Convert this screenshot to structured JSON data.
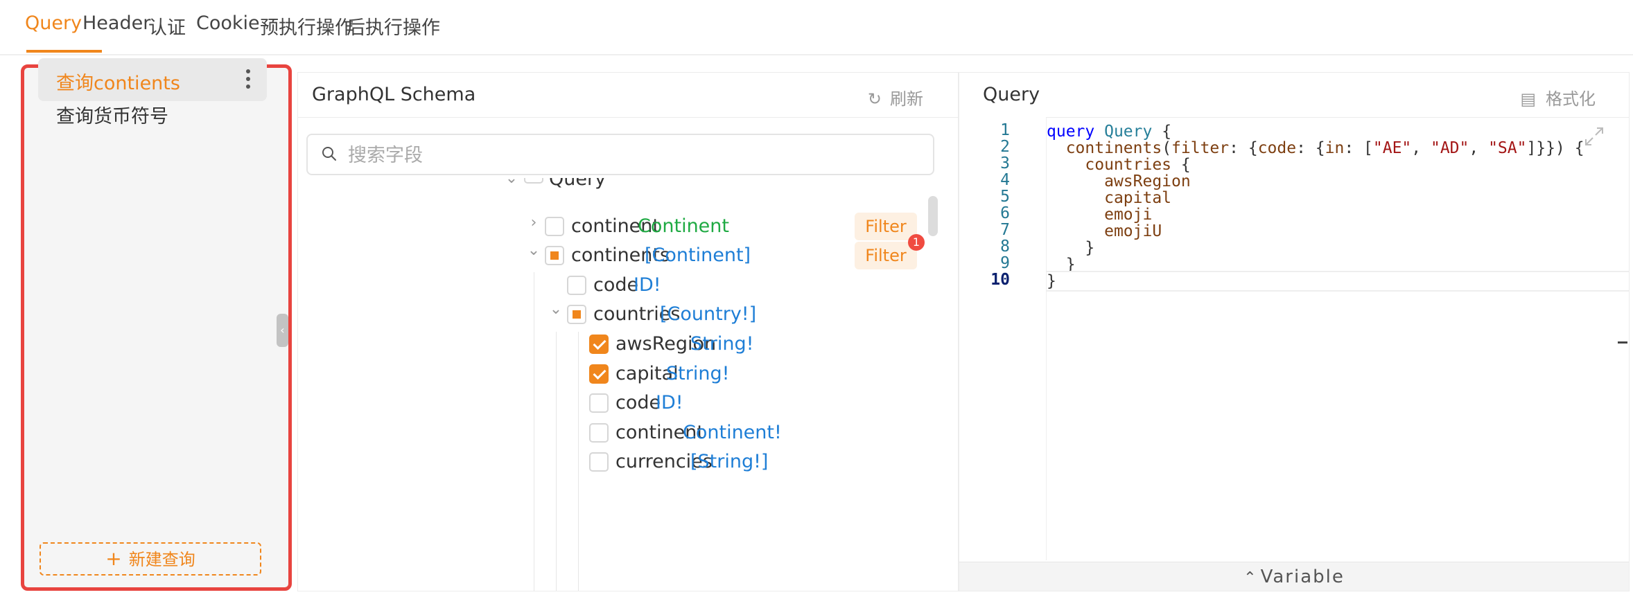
{
  "tabs": [
    {
      "label": "Query",
      "active": true
    },
    {
      "label": "Header"
    },
    {
      "label": "认证"
    },
    {
      "label": "Cookie"
    },
    {
      "label": "预执行操作"
    },
    {
      "label": "后执行操作"
    }
  ],
  "query_list": {
    "items": [
      {
        "label": "查询contients",
        "active": true
      },
      {
        "label": "查询货币符号"
      }
    ],
    "new_button": "新建查询",
    "accent_color": "#f0861c",
    "highlight_border_color": "#e8443f"
  },
  "schema": {
    "title": "GraphQL Schema",
    "refresh_label": "刷新",
    "search_placeholder": "搜索字段",
    "root_label": "Query",
    "fields": [
      {
        "name": "continent",
        "type": "Continent",
        "checked": false,
        "expanded": false,
        "filter": "Filter"
      },
      {
        "name": "continents",
        "type": "[Continent]",
        "checked": "partial",
        "expanded": true,
        "filter": "Filter",
        "filter_badge": "1"
      },
      {
        "name": "code",
        "type": "ID!",
        "checked": false
      },
      {
        "name": "countries",
        "type": "[Country!]",
        "checked": "partial",
        "expanded": true
      },
      {
        "name": "awsRegion",
        "type": "String!",
        "checked": true
      },
      {
        "name": "capital",
        "type": "String!",
        "checked": true
      },
      {
        "name": "code",
        "type": "ID!",
        "checked": false
      },
      {
        "name": "continent",
        "type": "Continent!",
        "checked": false
      },
      {
        "name": "currencies",
        "type": "[String!]",
        "checked": false
      }
    ]
  },
  "editor": {
    "title": "Query",
    "format_label": "格式化",
    "line_numbers": [
      "1",
      "2",
      "3",
      "4",
      "5",
      "6",
      "7",
      "8",
      "9",
      "10"
    ],
    "current_line": 10,
    "variable_label": "Variable"
  }
}
